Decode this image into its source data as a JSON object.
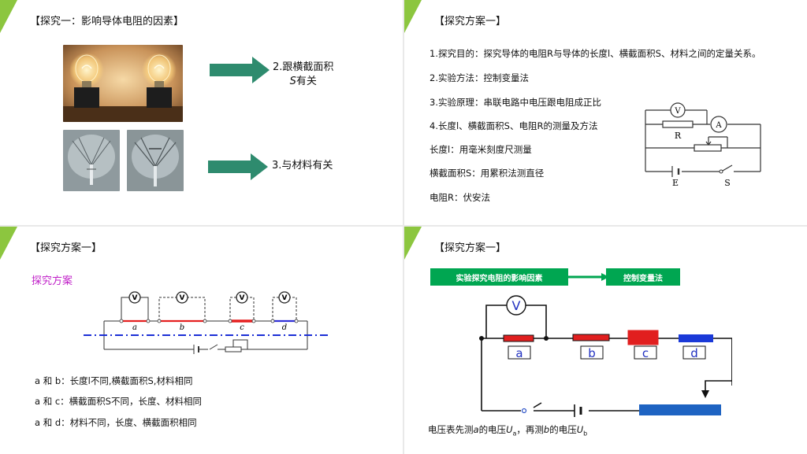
{
  "slide1": {
    "title": "【探究一：影响导体电阻的因素】",
    "arrow1_line1": "2.跟横截面积",
    "arrow1_line2_var": "S",
    "arrow1_line2_rest": "有关",
    "arrow2_text": "3.与材料有关",
    "colors": {
      "arrow": "#2e8b6e",
      "corner": "#8cc63f"
    }
  },
  "slide2": {
    "title": "【探究方案一】",
    "lines": [
      "1.探究目的：探究导体的电阻R与导体的长度l、横截面积S、材料之间的定量关系。",
      "2.实验方法：控制变量法",
      "3.实验原理：串联电路中电压跟电阻成正比",
      "4.长度l、横截面积S、电阻R的测量及方法",
      "长度l：用毫米刻度尺测量",
      "横截面积S：用累积法测直径",
      "电阻R：伏安法"
    ],
    "circuit": {
      "voltmeter": "V",
      "ammeter": "A",
      "resistor": "R",
      "battery": "E",
      "switch": "S"
    }
  },
  "slide3": {
    "title": "【探究方案一】",
    "heading": "探究方案",
    "wire_labels": [
      "a",
      "b",
      "c",
      "d"
    ],
    "voltmeter": "V",
    "lines": [
      "a 和 b：长度l不同,横截面积S,材料相同",
      "a 和 c：横截面积S不同，长度、材料相同",
      "a 和 d：材料不同，长度、横截面积相同"
    ]
  },
  "slide4": {
    "title": "【探究方案一】",
    "box1": "实验探究电阻的影响因素",
    "box2": "控制变量法",
    "voltmeter": "V",
    "labels": [
      "a",
      "b",
      "c",
      "d"
    ],
    "note_pre": "电压表先测",
    "note_a": "a",
    "note_mid": "的电压",
    "note_U": "U",
    "note_sub_a": "a",
    "note_mid2": "，再测",
    "note_b": "b",
    "note_mid3": "的电压",
    "note_sub_b": "b"
  }
}
